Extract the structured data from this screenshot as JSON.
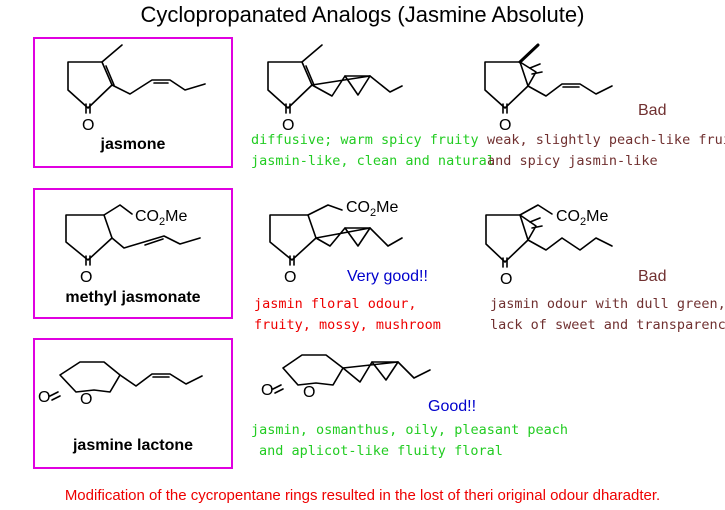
{
  "title": "Cyclopropanated Analogs (Jasmine Absolute)",
  "rows": [
    {
      "reference": {
        "name": "jasmone"
      },
      "analog1": {
        "notes": [
          "diffusive; warm spicy fruity",
          "jasmin-like, clean and natural"
        ],
        "note_color": "#22cc22"
      },
      "analog2": {
        "rating": "Bad",
        "notes": [
          "weak, slightly peach-like fruity",
          "and spicy jasmin-like"
        ],
        "note_color": "#703030"
      }
    },
    {
      "reference": {
        "name": "methyl jasmonate"
      },
      "analog1": {
        "rating": "Very good!!",
        "notes": [
          "jasmin floral odour,",
          "fruity, mossy, mushroom"
        ],
        "note_color": "#ee0000"
      },
      "analog2": {
        "rating": "Bad",
        "notes": [
          "jasmin odour with dull green,",
          "lack of sweet and transparency"
        ],
        "note_color": "#703030"
      }
    },
    {
      "reference": {
        "name": "jasmine lactone"
      },
      "analog1": {
        "rating": "Good!!",
        "notes": [
          "jasmin, osmanthus, oily, pleasant peach",
          "and aplicot-like fluity floral"
        ],
        "note_color": "#22cc22"
      }
    }
  ],
  "atom_labels": {
    "oxygen": "O",
    "ester": "CO",
    "ester_sub": "2",
    "ester_tail": "Me"
  },
  "footer": "Modification of the cycropentane rings resulted in the lost of theri original odour dharadter.",
  "colors": {
    "box_border": "#e000e0",
    "footer": "#ee0000",
    "rating_blue": "#0000cc",
    "rating_bad": "#703030"
  }
}
